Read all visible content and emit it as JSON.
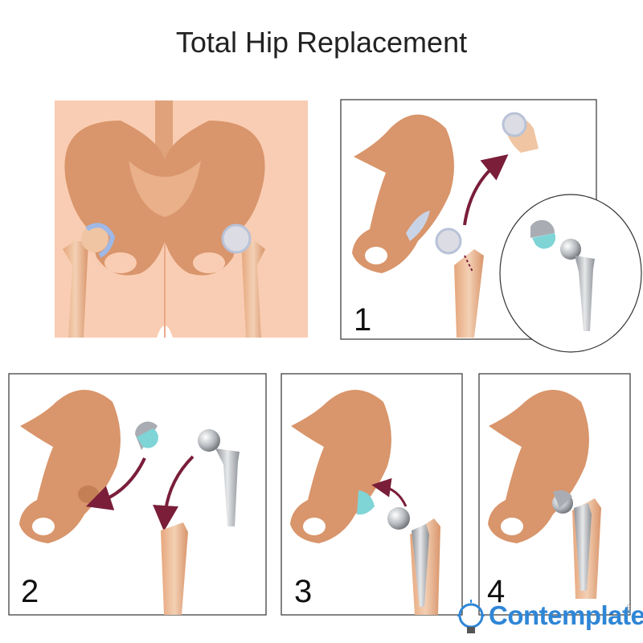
{
  "title": "Total Hip Replacement",
  "steps": [
    "1",
    "2",
    "3",
    "4"
  ],
  "watermark": {
    "text": "Contemplate",
    "suffix": "com"
  },
  "colors": {
    "skin": "#f9cdb3",
    "bone": "#d9956b",
    "bone_light": "#f0c5a3",
    "cartilage": "#9fb8e6",
    "implant": "#a9adb3",
    "liner": "#7fd4d6",
    "arrow": "#7a1e3a",
    "brand": "#2f86d6"
  }
}
